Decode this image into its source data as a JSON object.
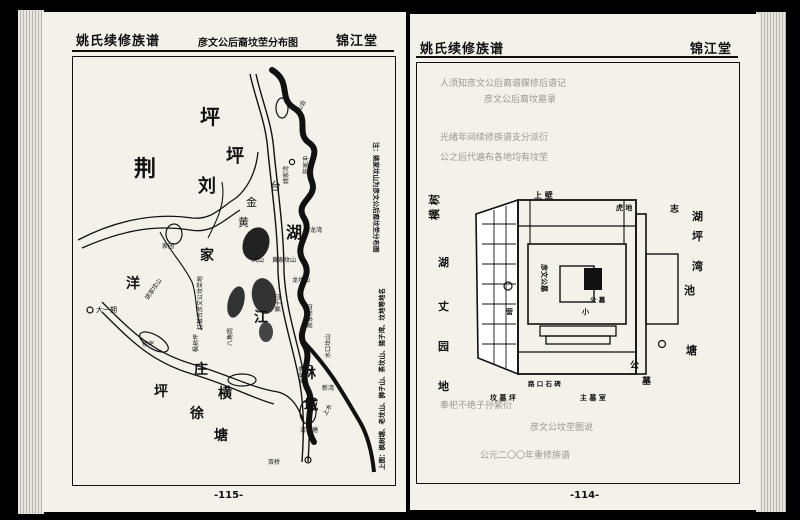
{
  "left_page": {
    "book_title": "姚氏续修族谱",
    "map_title": "彦文公后裔坟茔分布图",
    "hall_name": "锦江堂",
    "page_number": "-115-",
    "map_labels": {
      "big1": "荆",
      "big2": "坪",
      "big3": "刘",
      "big4": "坪",
      "big5": "黄",
      "big6": "金",
      "big7": "台",
      "jiang": "江",
      "heng": "横",
      "hu": "湖",
      "jia": "家",
      "zhuang": "庄",
      "yang": "洋",
      "ping": "坪",
      "xu": "徐",
      "tang": "塘",
      "lin": "林",
      "cheng": "城",
      "jiayuan": "家园",
      "yanjia": "姚家坟山",
      "fengshan": "风山",
      "dayi": "大一期",
      "xiuping": "修坪",
      "shanhui": "山会",
      "dajing": "打鼓台彦文公坟茔地",
      "fengshu": "枫树坪",
      "bajiao": "八角岗",
      "shizi": "狮子山",
      "huangjia": "黄家坟山",
      "longkou": "龙坟山",
      "yaojia2": "姚家湾",
      "shuikou": "水口坟山",
      "qingshuitang": "清水塘",
      "fengshutang": "风树塘",
      "shuangqiao": "双桥",
      "xinwan": "新湾",
      "shangshui": "上水",
      "huanjing": "陈家冲",
      "bailongwan": "白龙湾",
      "yuanjia": "原家坟山",
      "side_note": "注：姚家坟山为彦文公后裔坟茔分布图",
      "bottom_note": "上图：枫树塘、老坟山、狮子山、茶坟山、猪子湾、坟地等地名"
    }
  },
  "right_page": {
    "book_title": "姚氏续修族谱",
    "hall_name": "锦江堂",
    "page_number": "-114-",
    "diagram_labels": {
      "hengshu": "横 树",
      "lake_left": "湖",
      "zhang_left": "丈",
      "yuan": "园",
      "di": "地",
      "shang_top": "上 壁",
      "zhi_right": "志",
      "lake_right": "湖",
      "ping_right": "坪",
      "wan_right": "湾",
      "chi": "池",
      "tang_bottom": "塘",
      "gong": "公",
      "mu": "墓",
      "center_title": "彦文公墓",
      "gong_right": "公 墓",
      "hu_di": "虎 地",
      "lu_left": "路 口 石 碑",
      "xiao": "小",
      "ying_kou": "营",
      "bottom_left": "坟 墓 坪",
      "bottom_right": "主 墓 室"
    },
    "ghost_lines": [
      "人须知彦文公后裔谱牒修后谱记",
      "彦文公后裔坟墓录",
      "光绪年间续修族谱支分派衍",
      "公之后代遍布各地均有坟茔",
      "奉祀不绝子孙繁衍",
      "彦文公坟茔图说",
      "公元二〇〇年重修族谱"
    ]
  }
}
